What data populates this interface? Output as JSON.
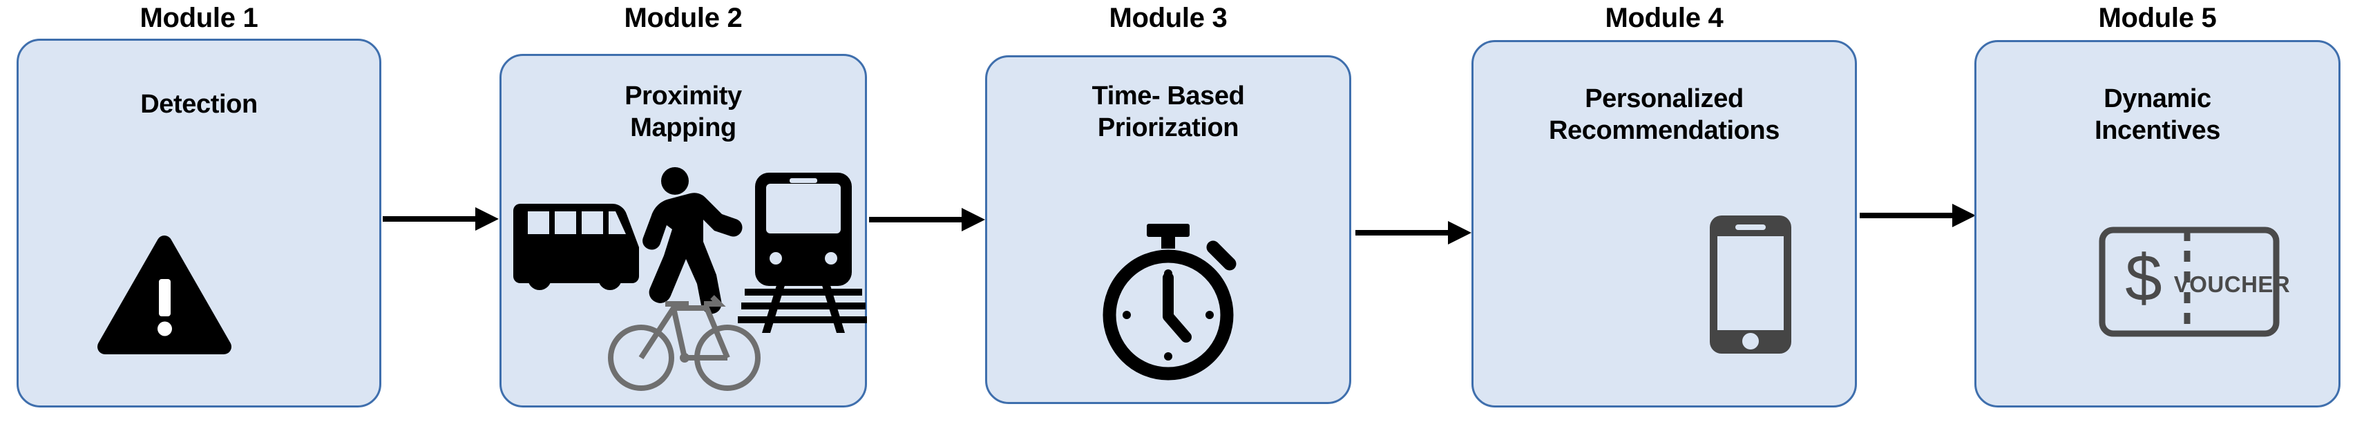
{
  "diagram": {
    "type": "flow-pipeline",
    "orientation": "left-to-right",
    "background_color": "#ffffff",
    "box_fill_color": "#dbe5f3",
    "box_border_color": "#3f6fad",
    "text_color": "#000000",
    "arrow_color": "#000000",
    "modules": [
      {
        "title": "Module 1",
        "label_line1": "Detection",
        "label_line2": "",
        "icon": "warning-triangle-icon",
        "icon_color": "#000000"
      },
      {
        "title": "Module 2",
        "label_line1": "Proximity",
        "label_line2": "Mapping",
        "icon": "transport-modes-icon",
        "icon_color": "#000000",
        "sub_icons": [
          "bus-icon",
          "pedestrian-walking-icon",
          "train-icon",
          "bicycle-icon"
        ]
      },
      {
        "title": "Module 3",
        "label_line1": "Time- Based",
        "label_line2": "Priorization",
        "icon": "stopwatch-icon",
        "icon_color": "#000000"
      },
      {
        "title": "Module 4",
        "label_line1": "Personalized",
        "label_line2": "Recommendations",
        "icon": "smartphone-icon",
        "icon_color": "#3f3f3f"
      },
      {
        "title": "Module 5",
        "label_line1": "Dynamic",
        "label_line2": "Incentives",
        "icon": "voucher-icon",
        "icon_color": "#4a4a4a",
        "icon_text": "VOUCHER",
        "icon_symbol": "$"
      }
    ],
    "connectors": [
      {
        "from": "Module 1",
        "to": "Module 2",
        "style": "solid-arrow"
      },
      {
        "from": "Module 2",
        "to": "Module 3",
        "style": "solid-arrow"
      },
      {
        "from": "Module 3",
        "to": "Module 4",
        "style": "solid-arrow"
      },
      {
        "from": "Module 4",
        "to": "Module 5",
        "style": "solid-arrow"
      }
    ]
  }
}
